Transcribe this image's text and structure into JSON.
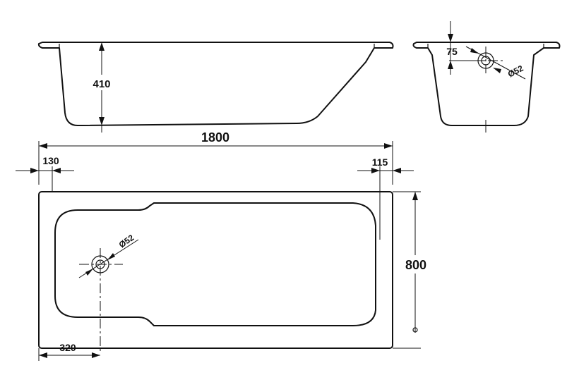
{
  "dimensions": {
    "length": "1800",
    "width": "800",
    "depth": "410",
    "left_rim": "130",
    "right_rim": "115",
    "drain_offset": "320",
    "overflow_height": "75",
    "overflow_diameter": "Ø52",
    "drain_diameter": "Ø52"
  }
}
